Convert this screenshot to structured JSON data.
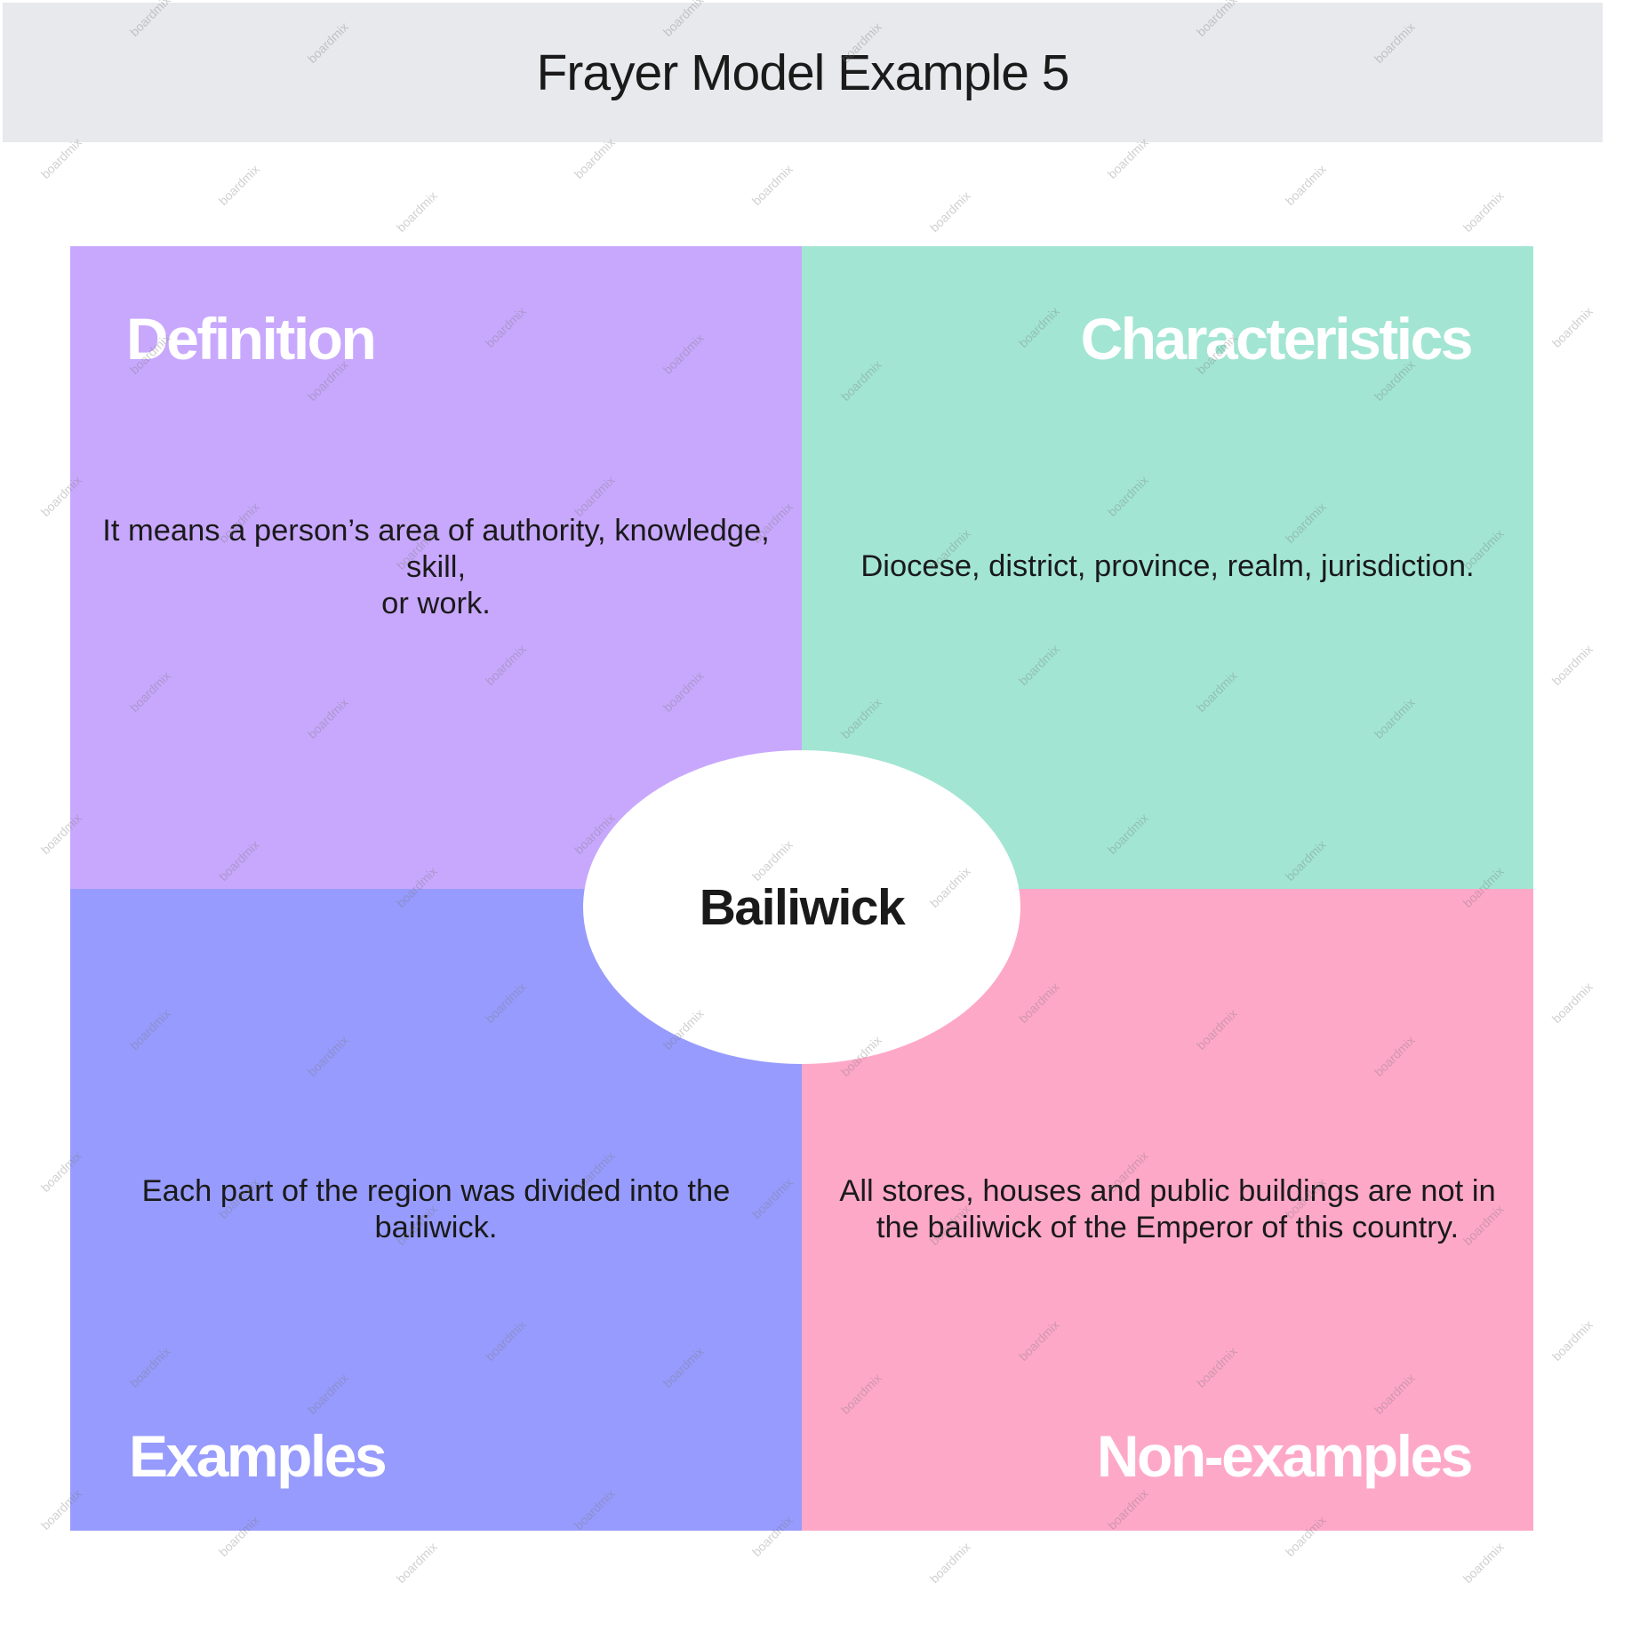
{
  "title": "Frayer Model Example 5",
  "center_word": "Bailiwick",
  "watermark": "boardmix",
  "quadrants": {
    "definition": {
      "heading": "Definition",
      "text": "It means a person’s area of authority, knowledge, skill,\nor work.",
      "color": "#c8a8fd"
    },
    "characteristics": {
      "heading": "Characteristics",
      "text": "Diocese, district, province, realm, jurisdiction.",
      "color": "#a2e5d3"
    },
    "examples": {
      "heading": "Examples",
      "text": "Each part of the region was divided into the bailiwick.",
      "color": "#979bfd"
    },
    "non_examples": {
      "heading": "Non-examples",
      "text": "All stores, houses and public buildings are not in the bailiwick of the Emperor of this country.",
      "color": "#fea8c8"
    }
  }
}
